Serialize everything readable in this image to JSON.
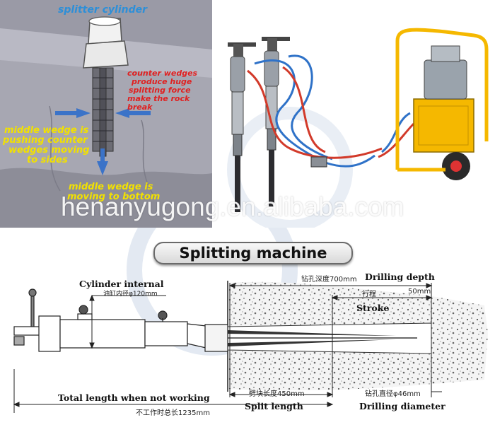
{
  "top_left": {
    "title": "splitter cylinder",
    "counter_wedge_note": [
      "counter wedges",
      "produce huge",
      "splitting force",
      "make the rock break"
    ],
    "middle_wedge_push_note": [
      "middle wedge is",
      "pushing counter",
      "wedges moving",
      "to sides"
    ],
    "middle_wedge_move_note": [
      "middle wedge is",
      "moving to bottom"
    ]
  },
  "watermark": "henanyugong.en.alibaba.com",
  "banner_title": "Splitting machine",
  "dimensions": {
    "drilling_depth_cn": "钻孔深度700mm",
    "drilling_depth_en": "Drilling depth",
    "stroke_cn": "行程",
    "stroke_value": "50mm",
    "stroke_en": "Stroke",
    "cylinder_cn": "油缸内径φ120mm",
    "cylinder_en": "Cylinder internal",
    "split_length_cn": "劈块长度450mm",
    "split_length_en": "Split length",
    "drilling_diameter_cn": "钻孔直径φ46mm",
    "drilling_diameter_en": "Drilling diameter",
    "total_length_en": "Total length when not working",
    "total_length_cn": "不工作时总长1235mm"
  },
  "colors": {
    "left_panel_bg": "#9a9aa6",
    "title_blue": "#2d8fd8",
    "note_yellow": "#f2e100",
    "note_red": "#e02020",
    "pump_yellow": "#f5b800",
    "hose_blue": "#2f72c8",
    "hose_red": "#d23a2a"
  }
}
